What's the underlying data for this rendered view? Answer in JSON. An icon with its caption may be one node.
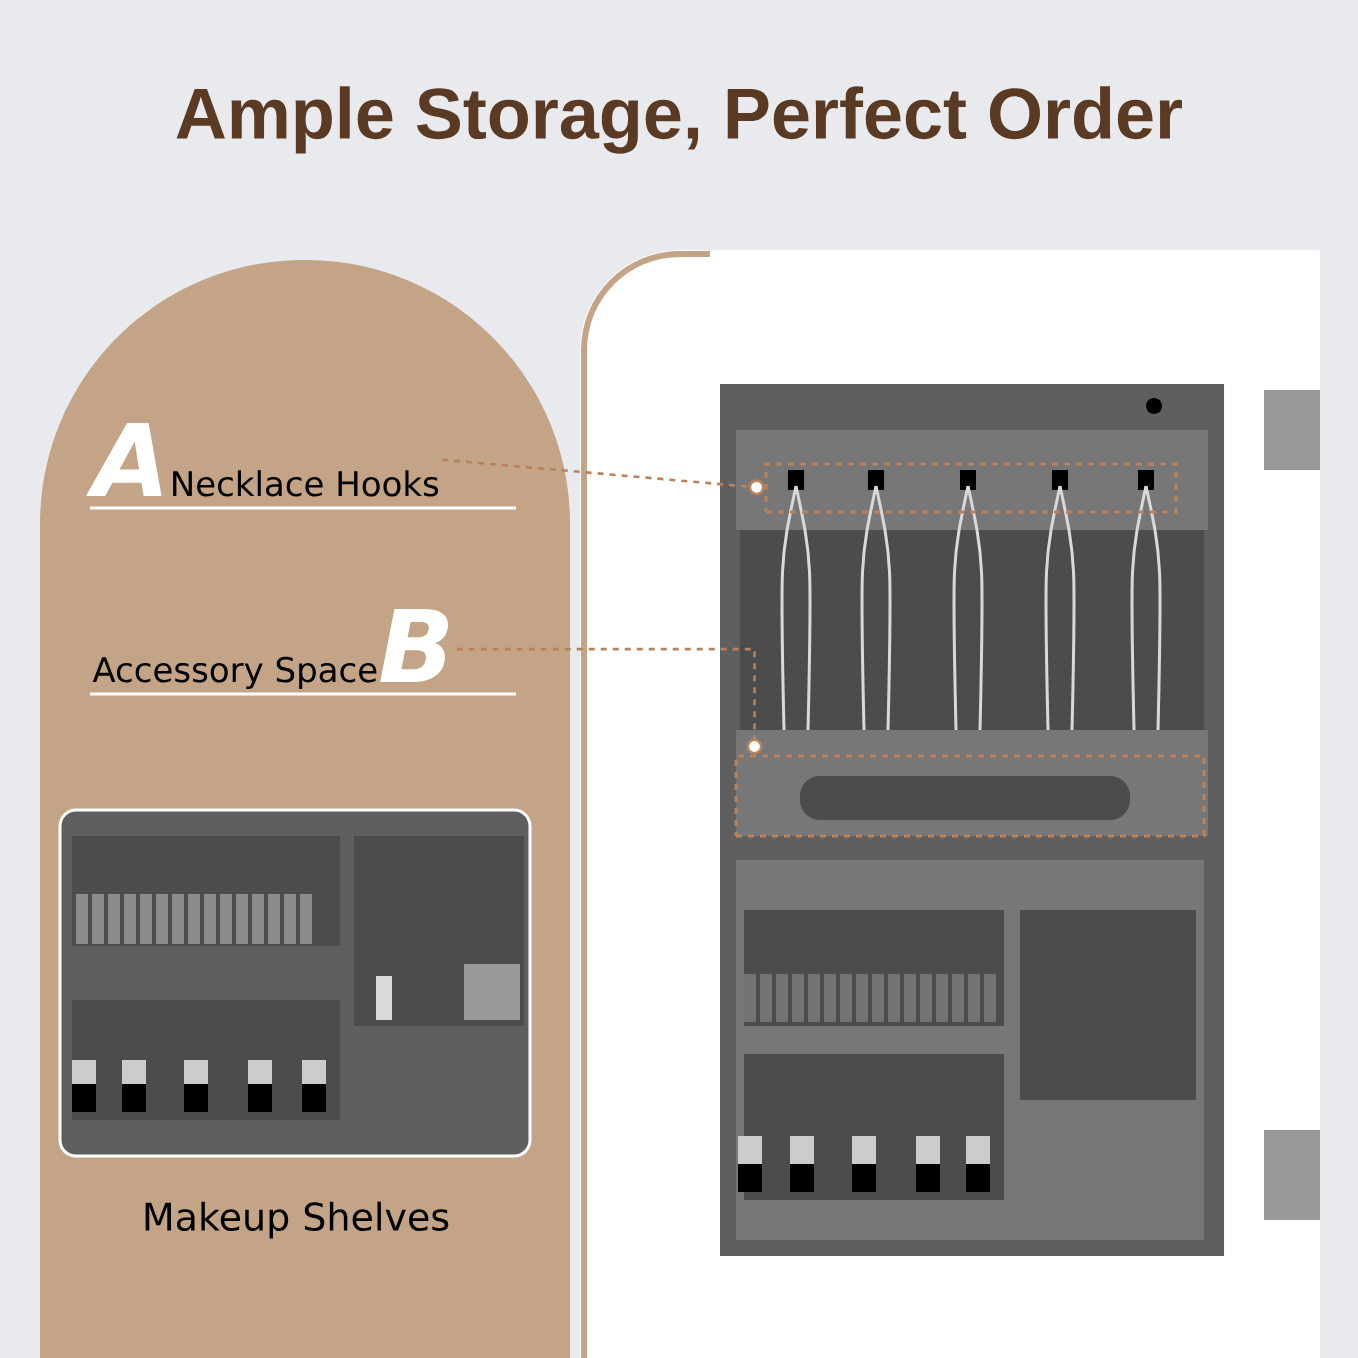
{
  "diagram": {
    "title": "Ample Storage, Perfect Order",
    "nodes": [
      {
        "text": [
          "A",
          "Necklace Hooks"
        ]
      },
      {
        "text": [
          "Accessory Space",
          "B"
        ]
      },
      {
        "text": [],
        "shape": "box"
      },
      {
        "text": [],
        "shape": "box"
      }
    ],
    "edges": [
      {
        "from": 0,
        "to": 2,
        "arrow": "other",
        "style": "dashed"
      },
      {
        "from": 1,
        "to": 3,
        "arrow": "other",
        "style": "dashed"
      }
    ],
    "labels": [
      "Makeup Shelves"
    ]
  }
}
